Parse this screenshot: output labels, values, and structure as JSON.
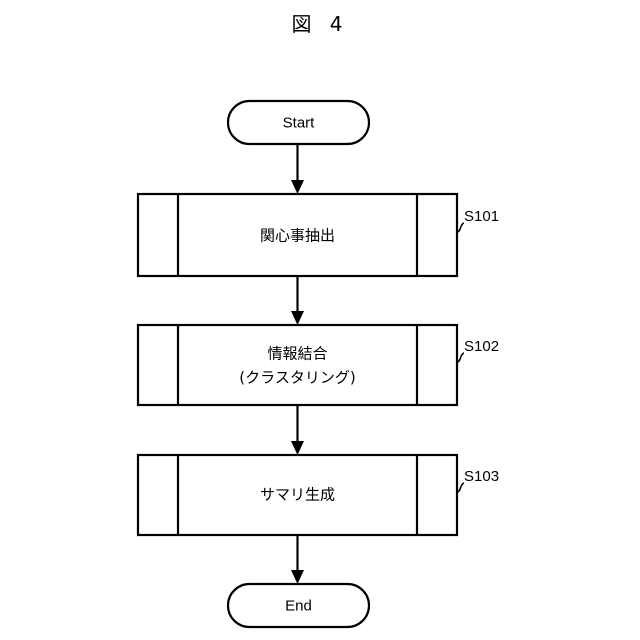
{
  "figure": {
    "title": "図 4",
    "type": "flowchart",
    "orientation": "vertical",
    "background_color": "#ffffff",
    "line_color": "#000000"
  },
  "nodes": [
    {
      "id": "start",
      "shape": "terminator",
      "label": "Start",
      "step_ref": ""
    },
    {
      "id": "s101",
      "shape": "predefined-process",
      "label": "関心事抽出",
      "label_line2": "",
      "step_ref": "S101"
    },
    {
      "id": "s102",
      "shape": "predefined-process",
      "label": "情報結合",
      "label_line2": "(クラスタリング)",
      "step_ref": "S102"
    },
    {
      "id": "s103",
      "shape": "predefined-process",
      "label": "サマリ生成",
      "label_line2": "",
      "step_ref": "S103"
    },
    {
      "id": "end",
      "shape": "terminator",
      "label": "End",
      "step_ref": ""
    }
  ],
  "edges": [
    {
      "from": "start",
      "to": "s101",
      "arrow": "down"
    },
    {
      "from": "s101",
      "to": "s102",
      "arrow": "down"
    },
    {
      "from": "s102",
      "to": "s103",
      "arrow": "down"
    },
    {
      "from": "s103",
      "to": "end",
      "arrow": "down"
    }
  ]
}
